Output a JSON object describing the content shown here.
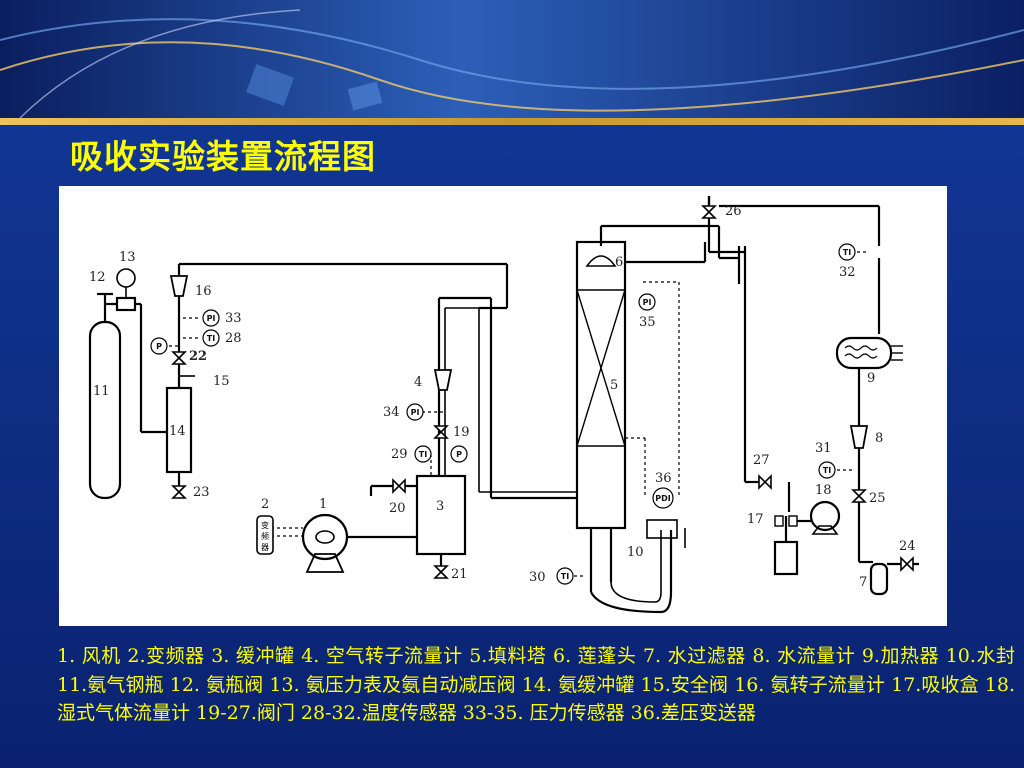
{
  "slide": {
    "title": "吸收实验装置流程图",
    "caption": "1. 风机 2.变频器 3. 缓冲罐  4. 空气转子流量计  5.填料塔  6. 莲蓬头 7. 水过滤器  8. 水流量计 9.加热器 10.水封 11.氨气钢瓶 12. 氨瓶阀 13. 氨压力表及氨自动减压阀  14. 氨缓冲罐   15.安全阀  16. 氨转子流量计  17.吸收盒  18. 湿式气体流量计  19-27.阀门  28-32.温度传感器   33-35. 压力传感器  36.差压变送器"
  },
  "diagram": {
    "labels": {
      "n1": "1",
      "n2": "2",
      "n3": "3",
      "n4": "4",
      "n5": "5",
      "n6": "6",
      "n7": "7",
      "n8": "8",
      "n9": "9",
      "n10": "10",
      "n11": "11",
      "n12": "12",
      "n13": "13",
      "n14": "14",
      "n15": "15",
      "n16": "16",
      "n17": "17",
      "n18": "18",
      "n19": "19",
      "n20": "20",
      "n21": "21",
      "n22": "22",
      "n23": "23",
      "n24": "24",
      "n25": "25",
      "n26": "26",
      "n27": "27",
      "n28": "28",
      "n29": "29",
      "n30": "30",
      "n31": "31",
      "n32": "32",
      "n33": "33",
      "n34": "34",
      "n35": "35",
      "n36": "36"
    },
    "instruments": {
      "pi": "PI",
      "ti": "TI",
      "p": "P",
      "pdi": "PDI"
    },
    "inverter_text": [
      "变",
      "频",
      "器"
    ]
  },
  "colors": {
    "background": "#0d2a80",
    "header_band": "#d9a93a",
    "title": "#ffff00",
    "caption": "#ffff00",
    "line": "#000000"
  }
}
